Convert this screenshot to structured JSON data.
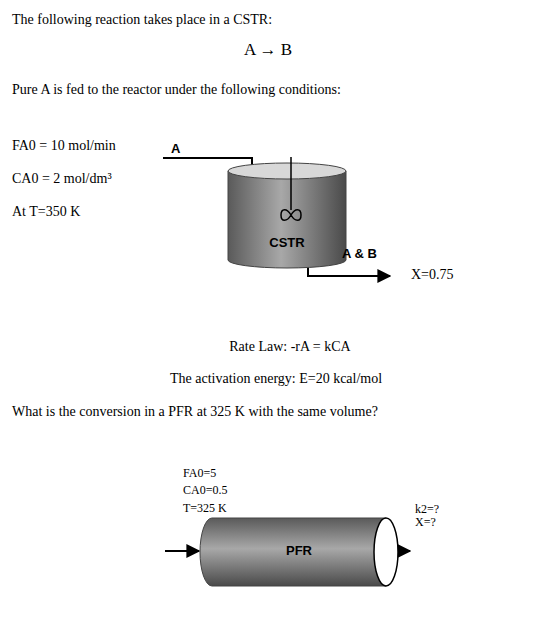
{
  "diagram": {
    "nodes": [
      {
        "text": [
          "CSTR"
        ]
      },
      {
        "text": [
          "PFR"
        ]
      }
    ],
    "labels": [
      "The following reaction takes place in a CSTR:",
      "A → B",
      "Pure A is fed to the reactor under the following conditions:",
      "FA0 = 10 mol/min",
      "CA0 = 2 mol/dm³",
      "At T=350 K",
      "A",
      "A & B",
      "X=0.75",
      "Rate Law: -rA = kCA",
      "The activation energy: E=20 kcal/mol",
      "What is the conversion in a PFR at 325 K with the same volume?",
      "FA0=5",
      "CA0=0.5",
      "T=325 K",
      "k2=?",
      "X=?"
    ]
  }
}
